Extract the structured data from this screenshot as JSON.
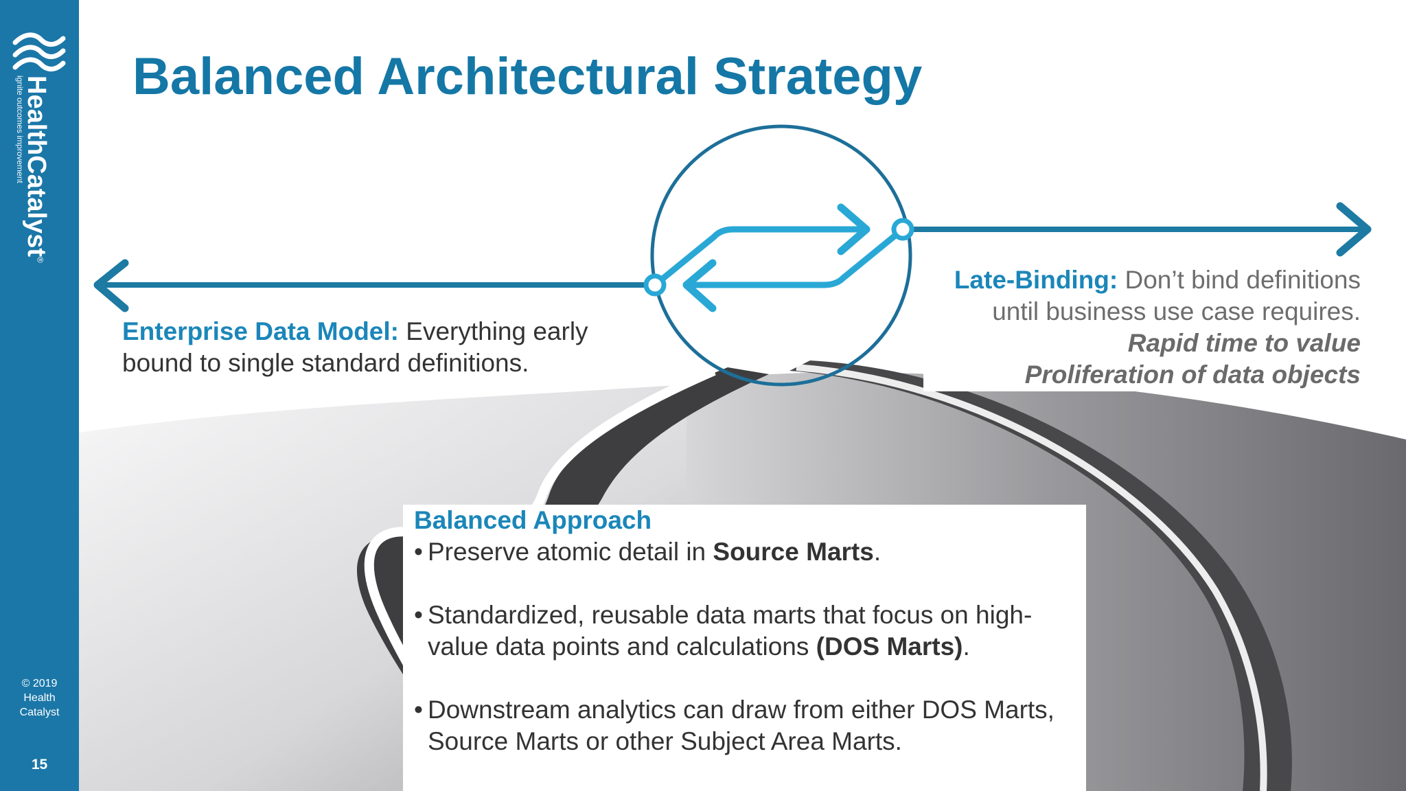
{
  "sidebar": {
    "brand_name": "HealthCatalyst",
    "brand_reg": "®",
    "tagline": "ignite outcomes improvement",
    "copyright_line1": "© 2019",
    "copyright_line2": "Health",
    "copyright_line3": "Catalyst",
    "page_number": "15"
  },
  "title": "Balanced Architectural Strategy",
  "enterprise": {
    "label": "Enterprise Data Model:",
    "text_line1": " Everything early",
    "text_line2": "bound to single standard definitions."
  },
  "late_binding": {
    "label": "Late-Binding:",
    "text_line1": " Don’t bind definitions",
    "text_line2": "until business use case requires.",
    "emphasis1": "Rapid time to value",
    "emphasis2": "Proliferation of data objects"
  },
  "balanced": {
    "title": "Balanced Approach",
    "bullet_char": "•",
    "bullet1_pre": "Preserve atomic detail in ",
    "bullet1_bold": "Source Marts",
    "bullet1_post": ".",
    "bullet2_line1": "Standardized, reusable data marts that focus on high-",
    "bullet2_line2_pre": "value data points and calculations ",
    "bullet2_bold": "(DOS Marts)",
    "bullet2_post": ".",
    "bullet3_line1": "Downstream analytics can draw from either DOS Marts,",
    "bullet3_line2": "Source Marts or other Subject Area Marts."
  },
  "colors": {
    "sidebar": "#1b77a8",
    "title": "#1477a6",
    "accent_blue": "#1b86b9",
    "arrow_dark": "#1c7aa3",
    "arrow_light": "#29a8d6",
    "road_dark": "#3e3e40",
    "road_gray": "#7a7a7d"
  }
}
